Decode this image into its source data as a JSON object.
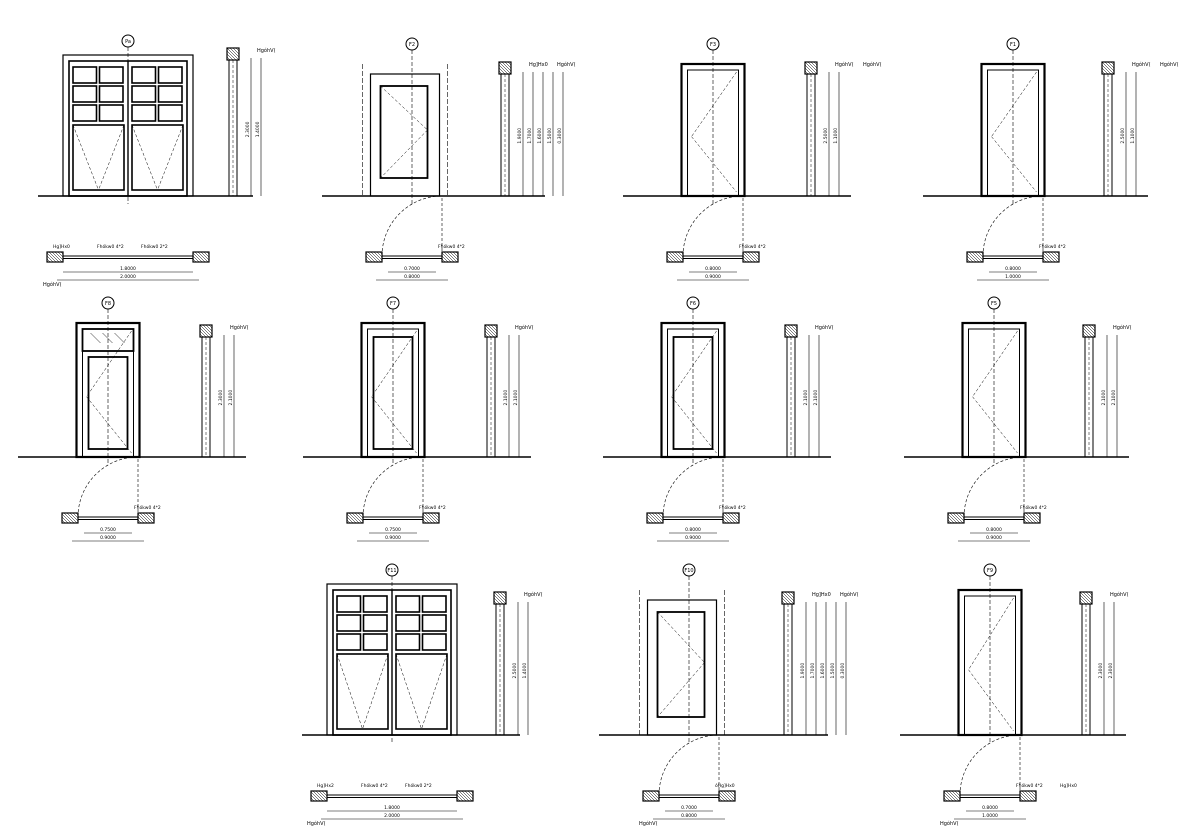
{
  "colors": {
    "ink": "#000000",
    "paper": "#ffffff"
  },
  "sheet": {
    "doors": [
      {
        "tag": "Pa",
        "kind": "double",
        "lbl1": "HgóhV(",
        "lbl2": "",
        "dims_v": [
          "2.3000",
          "1.4000"
        ],
        "plan_top": [
          "Hg]Hx0",
          "Fhókw0 4*2",
          "Fhókw0 2*2"
        ],
        "plan_dims": [
          "1.8000",
          "2.0000"
        ],
        "plan_bot": "HgóhV("
      },
      {
        "tag": "F2",
        "kind": "recess",
        "lbl1": "Hg]Hx0",
        "lbl2": "HgóhV(",
        "dims_v": [
          "1.9000",
          "1.7000",
          "1.6000",
          "1.5000",
          "0.3000"
        ],
        "plan_top": [
          "Fhókw0 4*2"
        ],
        "plan_dims": [
          "0.7000",
          "0.8000"
        ],
        "plan_bot": ""
      },
      {
        "tag": "F3",
        "kind": "plain",
        "lbl1": "HgóhV(",
        "lbl2": "HgóhV(",
        "dims_v": [
          "2.5000",
          "1.1000"
        ],
        "plan_top": [
          "Fhókw0 4*2"
        ],
        "plan_dims": [
          "0.8000",
          "0.9000"
        ],
        "plan_bot": ""
      },
      {
        "tag": "F1",
        "kind": "plain",
        "lbl1": "HgóhV(",
        "lbl2": "HgóhV(",
        "dims_v": [
          "2.5000",
          "1.1000"
        ],
        "plan_top": [
          "Fhókw0 4*2"
        ],
        "plan_dims": [
          "0.8000",
          "1.0000"
        ],
        "plan_bot": ""
      },
      {
        "tag": "F8",
        "kind": "transom",
        "lbl1": "HgóhV(",
        "lbl2": "",
        "dims_v": [
          "2.3000",
          "2.1000"
        ],
        "plan_top": [
          "Fhókw0 4*2"
        ],
        "plan_dims": [
          "0.7500",
          "0.9000"
        ],
        "plan_bot": ""
      },
      {
        "tag": "F7",
        "kind": "panel",
        "lbl1": "HgóhV(",
        "lbl2": "",
        "dims_v": [
          "2.1000",
          "2.1000"
        ],
        "plan_top": [
          "Fhókw0 4*2"
        ],
        "plan_dims": [
          "0.7500",
          "0.9000"
        ],
        "plan_bot": ""
      },
      {
        "tag": "F6",
        "kind": "panel",
        "lbl1": "HgóhV(",
        "lbl2": "",
        "dims_v": [
          "2.1000",
          "2.1000"
        ],
        "plan_top": [
          "Fhókw0 4*2"
        ],
        "plan_dims": [
          "0.8000",
          "0.9000"
        ],
        "plan_bot": ""
      },
      {
        "tag": "F5",
        "kind": "plain",
        "lbl1": "HgóhV(",
        "lbl2": "",
        "dims_v": [
          "2.1000",
          "2.1000"
        ],
        "plan_top": [
          "Fhókw0 4*2"
        ],
        "plan_dims": [
          "0.8000",
          "0.9000"
        ],
        "plan_bot": ""
      },
      {
        "tag": "F11",
        "kind": "double",
        "lbl1": "HgóhV(",
        "lbl2": "",
        "dims_v": [
          "2.5000",
          "1.4000"
        ],
        "plan_top": [
          "Hg]Hx2",
          "Fhókw0 4*2",
          "Fhókw0 2*2"
        ],
        "plan_dims": [
          "1.8000",
          "2.0000"
        ],
        "plan_bot": "HgóhV("
      },
      {
        "tag": "F10",
        "kind": "recess",
        "lbl1": "Hg]Hx0",
        "lbl2": "HgóhV(",
        "dims_v": [
          "1.9000",
          "1.7000",
          "1.6000",
          "1.5000",
          "0.3000"
        ],
        "plan_top": [
          "óHg]Hx0"
        ],
        "plan_dims": [
          "0.7000",
          "0.8000"
        ],
        "plan_bot": "HgóhV("
      },
      {
        "tag": "F9",
        "kind": "plain",
        "lbl1": "HgóhV(",
        "lbl2": "",
        "dims_v": [
          "2.3000",
          "2.3000"
        ],
        "plan_top": [
          "Fhókw0 4*2",
          "Hg]Hx0"
        ],
        "plan_dims": [
          "0.8000",
          "1.0000"
        ],
        "plan_bot": "HgóhV("
      }
    ]
  }
}
